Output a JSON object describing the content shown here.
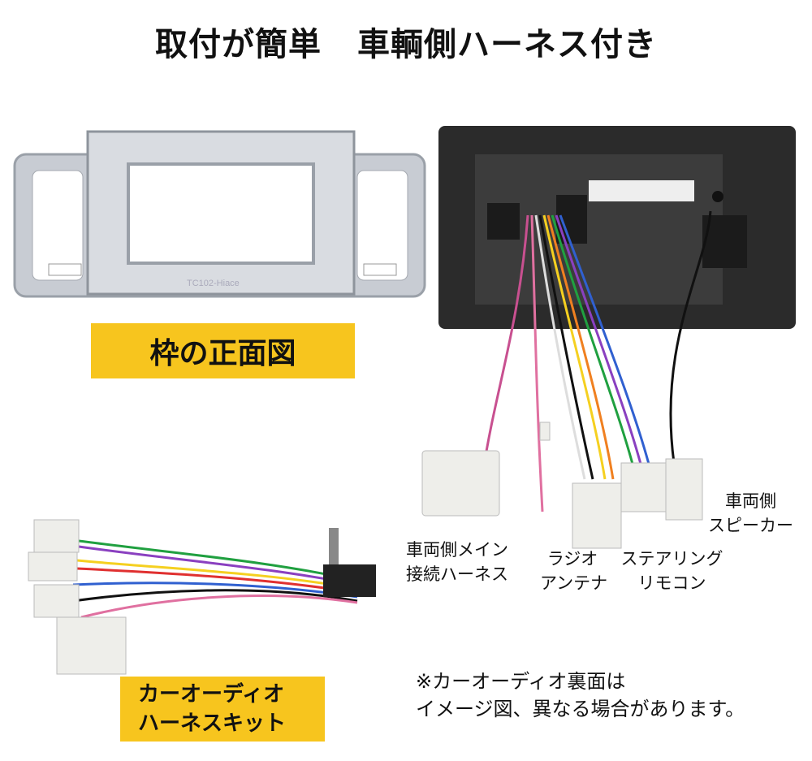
{
  "title": {
    "left": "取付が簡単",
    "right": "車輌側ハーネス付き"
  },
  "frame": {
    "label": "枠の正面図",
    "model_text": "TC102-Hiace"
  },
  "kit": {
    "label_line1": "カーオーディオ",
    "label_line2": "ハーネスキット"
  },
  "connectors": {
    "main": {
      "line1": "車両側メイン",
      "line2": "接続ハーネス"
    },
    "radio": {
      "line1": "ラジオ",
      "line2": "アンテナ"
    },
    "steering": {
      "line1": "ステアリング",
      "line2": "リモコン"
    },
    "speaker": {
      "line1": "車両側",
      "line2": "スピーカー"
    }
  },
  "note": {
    "line1": "※カーオーディオ裏面は",
    "line2": "イメージ図、異なる場合があります。"
  },
  "colors": {
    "label_bg": "#f7c51e",
    "frame": "#c8ccd3",
    "unit": "#2b2b2b"
  }
}
